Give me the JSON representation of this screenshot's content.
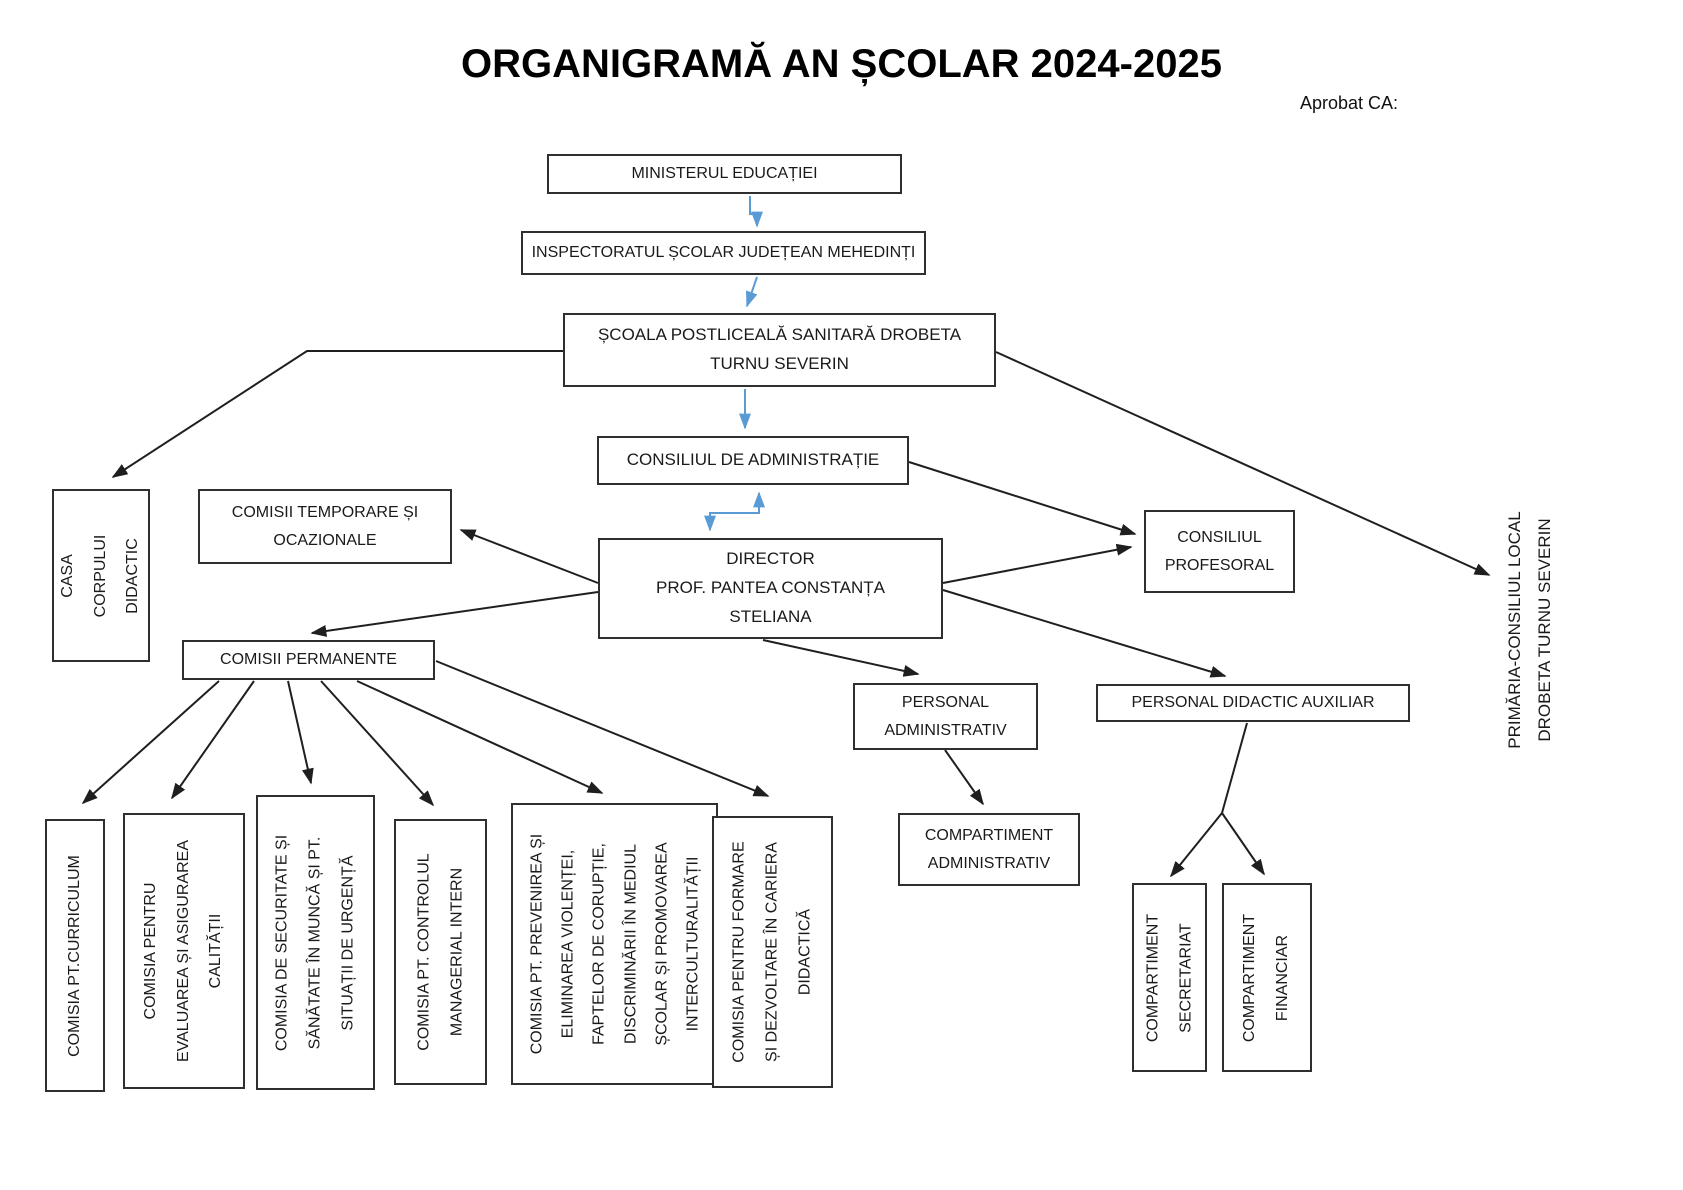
{
  "title": "ORGANIGRAMĂ AN ȘCOLAR 2024-2025",
  "approval_label": "Aprobat CA:",
  "colors": {
    "connector_blue": "#5B9BD5",
    "line_black": "#1f1f1f",
    "box_border": "#2f2f2f",
    "box_fill": "#ffffff"
  },
  "nodes": {
    "ministerul": {
      "label": "MINISTERUL EDUCAȚIEI"
    },
    "inspectoratul": {
      "label": "INSPECTORATUL ȘCOLAR JUDEȚEAN MEHEDINȚI"
    },
    "scoala": {
      "label": "ȘCOALA POSTLICEALĂ SANITARĂ DROBETA\nTURNU SEVERIN"
    },
    "consiliul_admin": {
      "label": "CONSILIUL DE ADMINISTRAȚIE"
    },
    "director": {
      "label": "DIRECTOR\nPROF. PANTEA CONSTANȚA\nSTELIANA"
    },
    "casa_corpului": {
      "label": "CASA\nCORPULUI\nDIDACTIC"
    },
    "comisii_temporare": {
      "label": "COMISII TEMPORARE ȘI\nOCAZIONALE"
    },
    "consiliul_profesoral": {
      "label": "CONSILIUL\nPROFESORAL"
    },
    "primaria": {
      "label": "PRIMĂRIA-CONSILIUL LOCAL\nDROBETA TURNU SEVERIN"
    },
    "comisii_permanente": {
      "label": "COMISII PERMANENTE"
    },
    "personal_administrativ": {
      "label": "PERSONAL\nADMINISTRATIV"
    },
    "personal_didactic_auxiliar": {
      "label": "PERSONAL DIDACTIC AUXILIAR"
    },
    "compartiment_administrativ": {
      "label": "COMPARTIMENT\nADMINISTRATIV"
    },
    "compartiment_secretariat": {
      "label": "COMPARTIMENT\nSECRETARIAT"
    },
    "compartiment_financiar": {
      "label": "COMPARTIMENT\nFINANCIAR"
    },
    "comisia_curriculum": {
      "label": "COMISIA PT.CURRICULUM"
    },
    "comisia_evaluare": {
      "label": "COMISIA PENTRU\nEVALUAREA ȘI ASIGURAREA\nCALITĂȚII"
    },
    "comisia_securitate": {
      "label": "COMISIA DE SECURITATE ȘI\nSĂNĂTATE ÎN MUNCĂ ȘI PT.\nSITUAȚII DE URGENȚĂ"
    },
    "comisia_control": {
      "label": "COMISIA PT. CONTROLUL\nMANAGERIAL INTERN"
    },
    "comisia_prevenire": {
      "label": "COMISIA PT. PREVENIREA ȘI\nELIMINAREA VIOLENȚEI,\nFAPTELOR DE CORUPȚIE,\nDISCRIMINĂRII ÎN MEDIUL\nȘCOLAR ȘI PROMOVAREA\nINTERCULTURALITĂȚII"
    },
    "comisia_formare": {
      "label": "COMISIA PENTRU FORMARE\nȘI DEZVOLTARE ÎN CARIERA\nDIDACTICĂ"
    }
  }
}
